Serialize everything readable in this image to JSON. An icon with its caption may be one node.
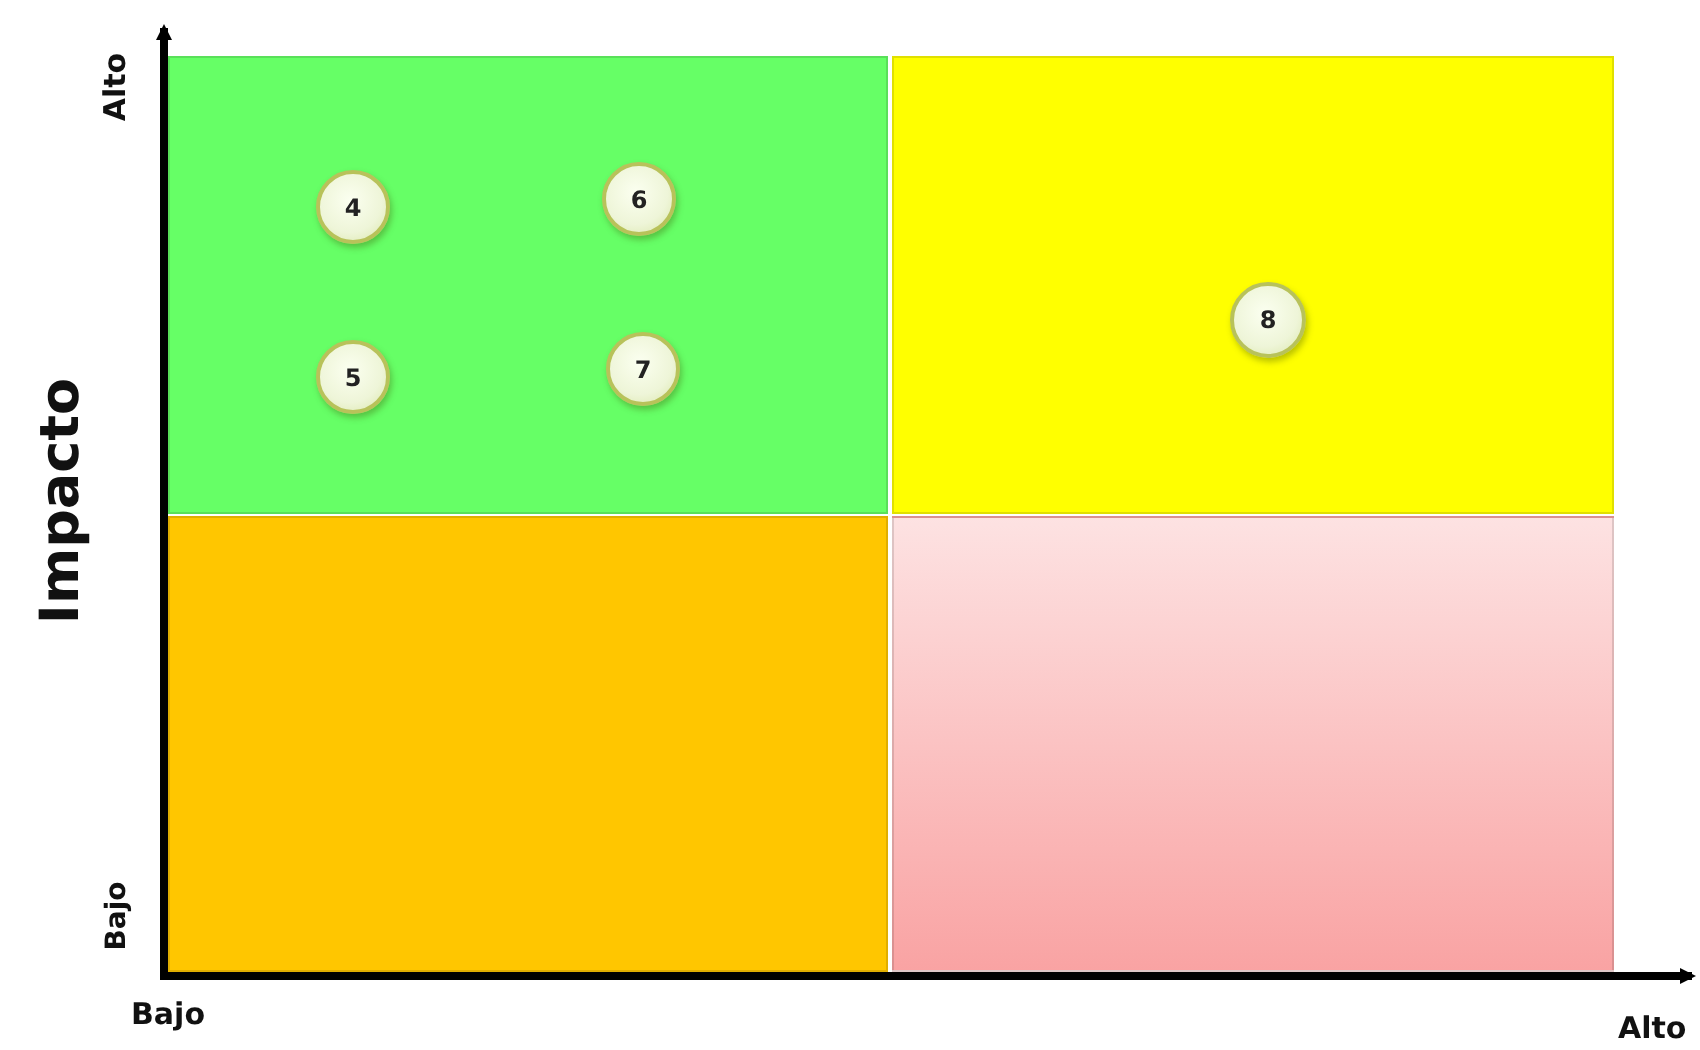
{
  "diagram": {
    "nodes": [
      {
        "text": [],
        "shape": "box"
      },
      {
        "text": [],
        "shape": "box"
      },
      {
        "text": [],
        "shape": "box"
      },
      {
        "text": [],
        "shape": "box"
      },
      {
        "text": [
          "4"
        ],
        "in": 0
      },
      {
        "text": [
          "6"
        ],
        "in": 0
      },
      {
        "text": [
          "5"
        ],
        "in": 0
      },
      {
        "text": [
          "7"
        ],
        "in": 0
      },
      {
        "text": [
          "8"
        ],
        "in": 1
      }
    ],
    "labels": [
      "Alto",
      "Impacto",
      "Bajo",
      "Bajo",
      "Alto"
    ]
  }
}
